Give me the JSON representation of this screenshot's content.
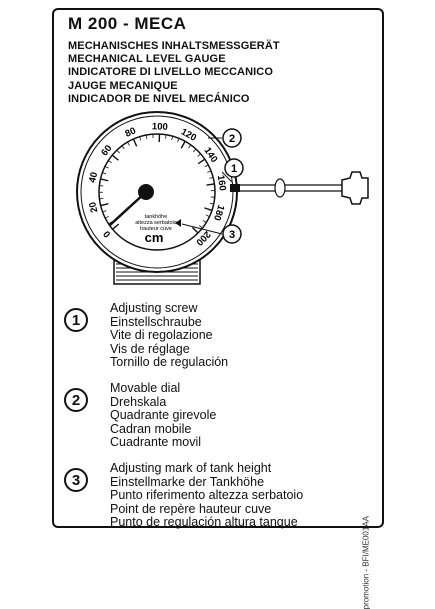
{
  "header": {
    "title": "M 200 - MECA",
    "subtitles": [
      "MECHANISCHES INHALTSMESSGERÄT",
      "MECHANICAL LEVEL GAUGE",
      "INDICATORE DI LIVELLO MECCANICO",
      "JAUGE MECANIQUE",
      "INDICADOR DE NIVEL MECÁNICO"
    ]
  },
  "gauge": {
    "scale_labels": [
      "0",
      "20",
      "40",
      "60",
      "80",
      "100",
      "120",
      "140",
      "160",
      "180",
      "200"
    ],
    "unit": "cm",
    "face_text": [
      "tankhöhe",
      "altezza serbatoio",
      "hauteur cuve"
    ],
    "callouts": [
      "1",
      "2",
      "3"
    ]
  },
  "legend": [
    {
      "number": "1",
      "lines": [
        "Adjusting screw",
        "Einstellschraube",
        "Vite di regolazione",
        "Vis de réglage",
        "Tornillo de regulación"
      ]
    },
    {
      "number": "2",
      "lines": [
        "Movable dial",
        "Drehskala",
        "Quadrante girevole",
        "Cadran mobile",
        "Cuadrante movil"
      ]
    },
    {
      "number": "3",
      "lines": [
        "Adjusting mark of tank height",
        "Einstellmarke der Tankhöhe",
        "Punto riferimento altezza serbatoio",
        "Point de repère hauteur cuve",
        "Punto de regulación altura tanque"
      ]
    }
  ],
  "footer_code": "promotion - BFI/ME001AA"
}
